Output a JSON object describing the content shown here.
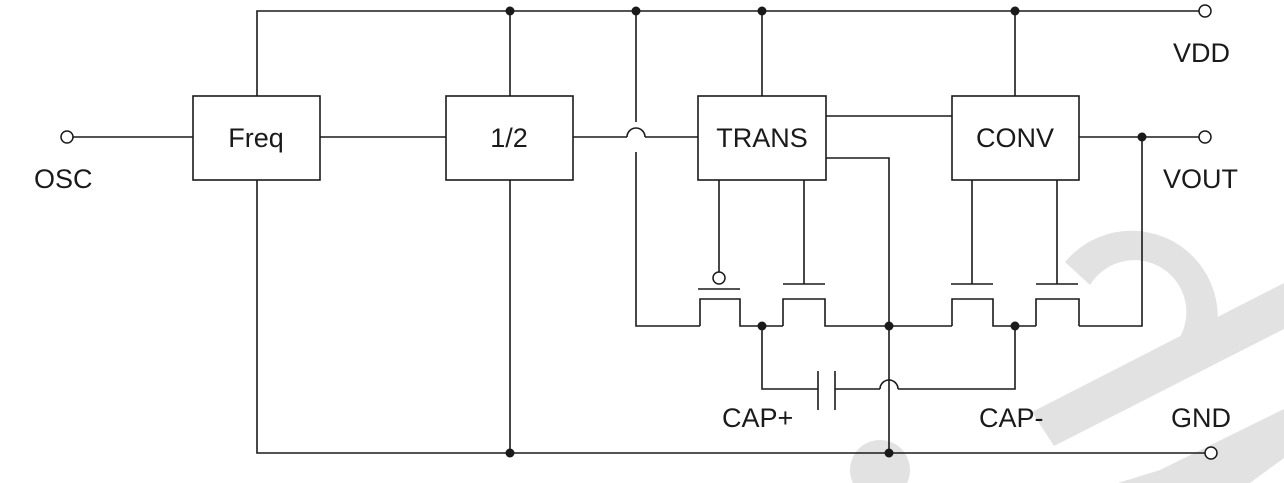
{
  "blocks": {
    "freq": "Freq",
    "half": "1/2",
    "trans": "TRANS",
    "conv": "CONV"
  },
  "pins": {
    "vdd": "VDD",
    "osc": "OSC",
    "vout": "VOUT",
    "gnd": "GND",
    "cap_plus": "CAP+",
    "cap_minus": "CAP-"
  },
  "colors": {
    "line": "#1a1a1a",
    "watermark": "#e2e2e2"
  }
}
